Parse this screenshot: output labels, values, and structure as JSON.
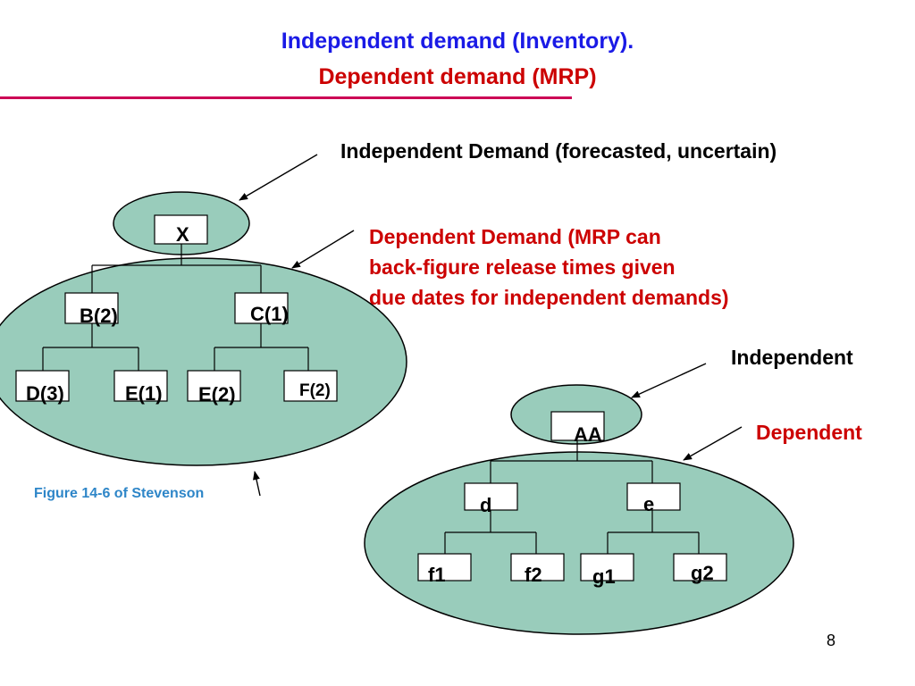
{
  "title": {
    "line1": "Independent demand (Inventory).",
    "line2": "Dependent demand (MRP)"
  },
  "annotations": {
    "independent_forecast": "Independent Demand (forecasted, uncertain)",
    "dependent_mrp": [
      "Dependent Demand (MRP can",
      "back-figure release times given",
      "due dates for independent demands)"
    ],
    "independent": "Independent",
    "dependent": "Dependent"
  },
  "tree1": {
    "root": "X",
    "level1": [
      "B(2)",
      "C(1)"
    ],
    "level2": [
      "D(3)",
      "E(1)",
      "E(2)",
      "F(2)"
    ]
  },
  "tree2": {
    "root": "AA",
    "level1": [
      "d",
      "e"
    ],
    "level2": [
      "f1",
      "f2",
      "g1",
      "g2"
    ]
  },
  "caption": "Figure 14-6 of Stevenson",
  "page_number": "8",
  "colors": {
    "ellipse_fill": "#99ccbb",
    "title_blue": "#1a1ae6",
    "accent_red": "#cc0000",
    "rule": "#cc0055",
    "caption_blue": "#2e86c8"
  }
}
